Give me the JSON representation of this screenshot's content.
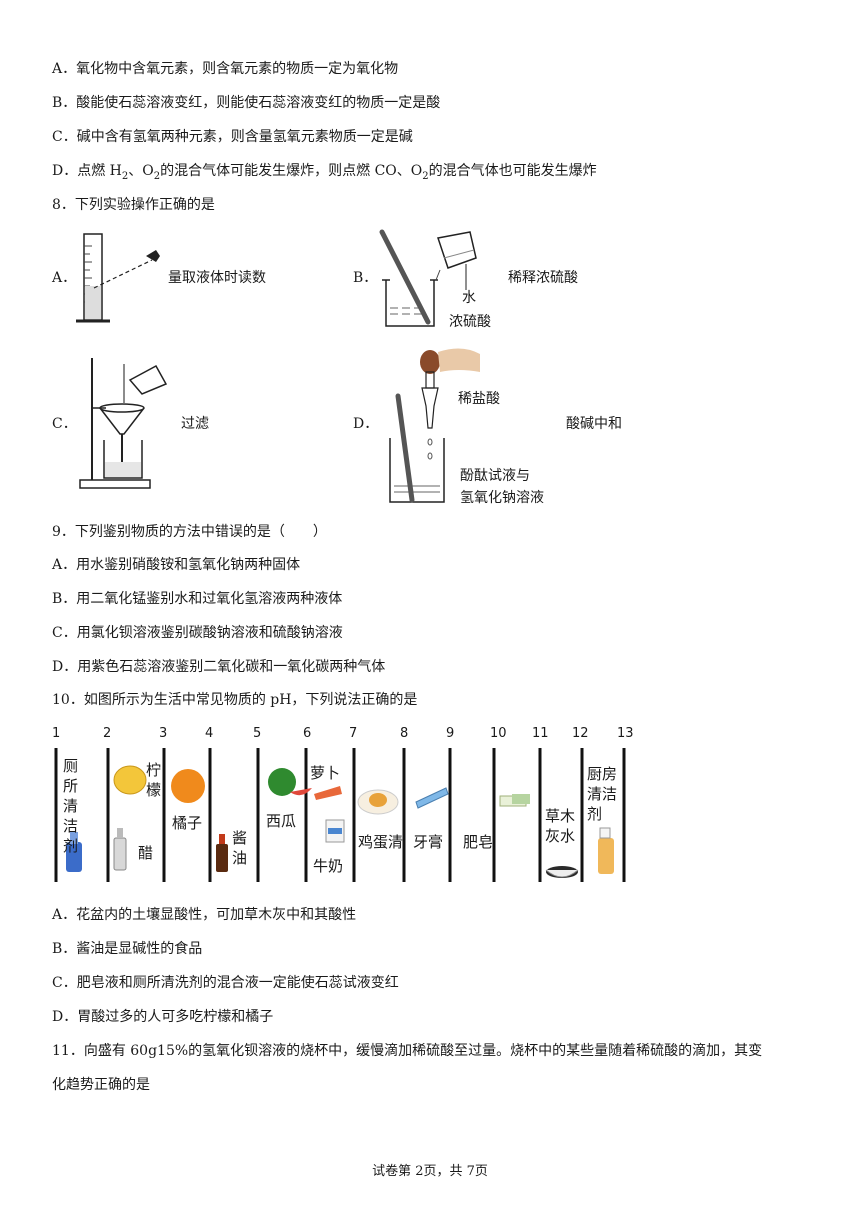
{
  "q7_options": [
    {
      "label": "A．",
      "text": "氧化物中含氧元素，则含氧元素的物质一定为氧化物"
    },
    {
      "label": "B．",
      "text": "酸能使石蕊溶液变红，则能使石蕊溶液变红的物质一定是酸"
    },
    {
      "label": "C．",
      "text": "碱中含有氢氧两种元素，则含量氢氧元素物质一定是碱"
    },
    {
      "label": "D．",
      "text_a": "点燃 H",
      "sub1": "2",
      "text_b": "、O",
      "sub2": "2",
      "text_c": "的混合气体可能发生爆炸，则点燃 CO、O",
      "sub3": "2",
      "text_d": "的混合气体也可能发生爆炸"
    }
  ],
  "q8": {
    "stem": "8．下列实验操作正确的是",
    "options": [
      {
        "label": "A．",
        "caption": "量取液体时读数"
      },
      {
        "label": "B．",
        "caption": "稀释浓硫酸",
        "annot_water": "水",
        "annot_acid": "浓硫酸"
      },
      {
        "label": "C．",
        "caption": "过滤"
      },
      {
        "label": "D．",
        "caption": "酸碱中和",
        "annot_hcl": "稀盐酸",
        "annot_mix1": "酚酞试液与",
        "annot_mix2": "氢氧化钠溶液"
      }
    ]
  },
  "q9": {
    "stem": "9．下列鉴别物质的方法中错误的是（　　）",
    "options": [
      {
        "label": "A．",
        "text": "用水鉴别硝酸铵和氢氧化钠两种固体"
      },
      {
        "label": "B．",
        "text": "用二氧化锰鉴别水和过氧化氢溶液两种液体"
      },
      {
        "label": "C．",
        "text": "用氯化钡溶液鉴别碳酸钠溶液和硫酸钠溶液"
      },
      {
        "label": "D．",
        "text": "用紫色石蕊溶液鉴别二氧化碳和一氧化碳两种气体"
      }
    ]
  },
  "q10": {
    "stem": "10．如图所示为生活中常见物质的 pH，下列说法正确的是",
    "ph_scale": [
      "1",
      "2",
      "3",
      "4",
      "5",
      "6",
      "7",
      "8",
      "9",
      "10",
      "11",
      "12",
      "13"
    ],
    "items": {
      "toilet": "厕所清洁剂",
      "lemon": "柠檬",
      "vinegar": "醋",
      "orange": "橘子",
      "soy": "酱油",
      "watermelon": "西瓜",
      "radish": "萝卜",
      "milk": "牛奶",
      "egg": "鸡蛋清",
      "toothpaste": "牙膏",
      "soap": "肥皂",
      "ash": "草木灰水",
      "kitchen": "厨房清洁剂"
    },
    "options": [
      {
        "label": "A．",
        "text": "花盆内的土壤显酸性，可加草木灰中和其酸性"
      },
      {
        "label": "B．",
        "text": "酱油是显碱性的食品"
      },
      {
        "label": "C．",
        "text": "肥皂液和厕所清洗剂的混合液一定能使石蕊试液变红"
      },
      {
        "label": "D．",
        "text": "胃酸过多的人可多吃柠檬和橘子"
      }
    ]
  },
  "q11": {
    "line1": "11．向盛有 60g15%的氢氧化钡溶液的烧杯中，缓慢滴加稀硫酸至过量。烧杯中的某些量随着稀硫酸的滴加，其变",
    "line2": "化趋势正确的是"
  },
  "footer": "试卷第 2页，共 7页"
}
